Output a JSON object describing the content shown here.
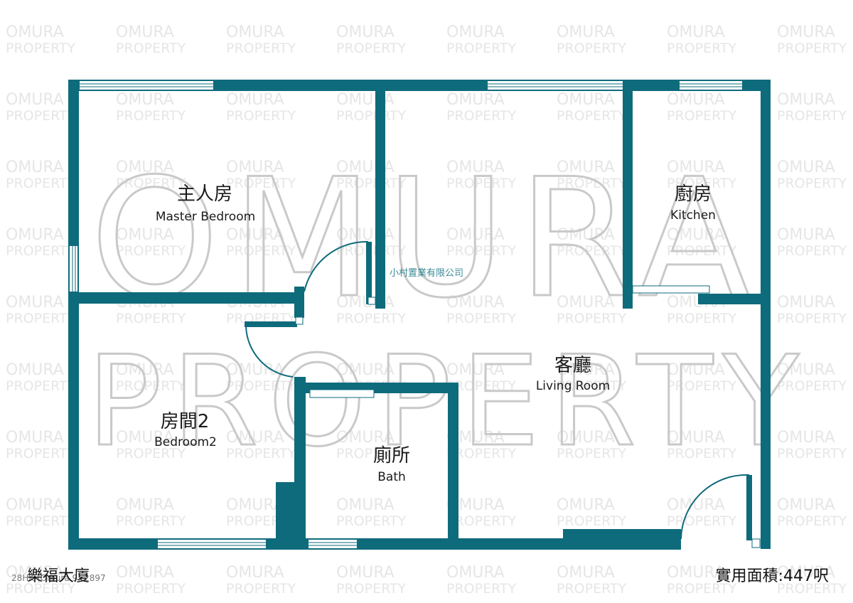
{
  "watermark": {
    "brand_line1": "OMURA",
    "brand_line2": "PROPERTY"
  },
  "company": "小村置業有限公司",
  "building_name": "樂福大廈",
  "address": "28HK (Omura 9)-2897",
  "area_label": "實用面積:447呎",
  "colors": {
    "wall": "#0e6b7b",
    "window": "#ffffff",
    "text": "#111111"
  },
  "rooms": {
    "master": {
      "zh": "主人房",
      "en": "Master Bedroom"
    },
    "kitchen": {
      "zh": "廚房",
      "en": "Kitchen"
    },
    "living": {
      "zh": "客廳",
      "en": "Living Room"
    },
    "bedroom2": {
      "zh": "房間2",
      "en": "Bedroom2"
    },
    "bath": {
      "zh": "廁所",
      "en": "Bath"
    }
  }
}
